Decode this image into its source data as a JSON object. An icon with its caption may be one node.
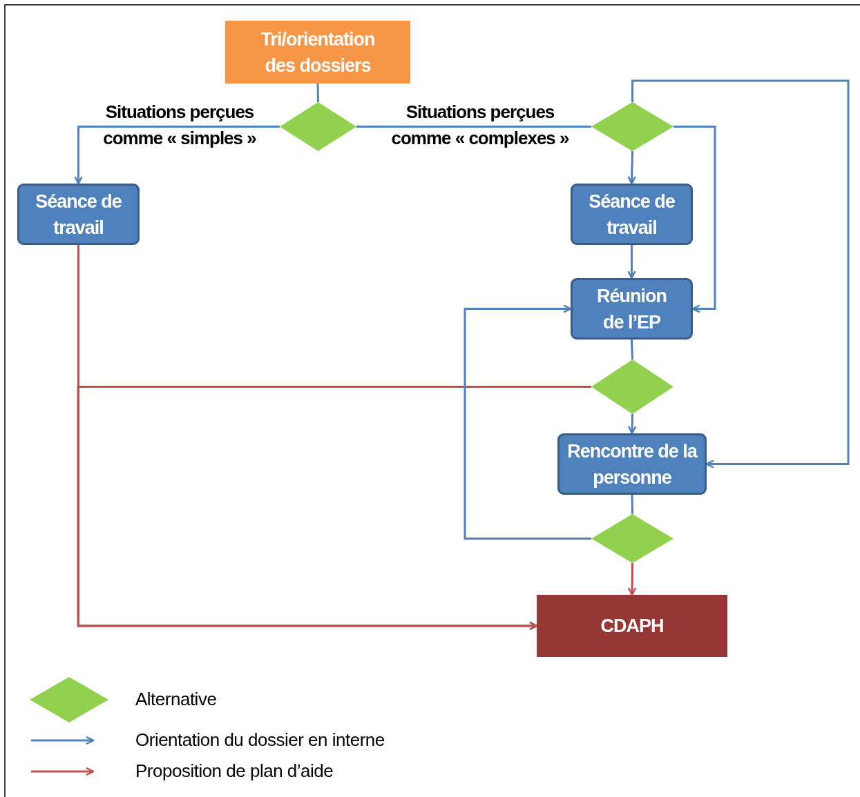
{
  "diagram": {
    "nodes": [
      {
        "text": [
          "Tri/orientation des dossiers"
        ]
      },
      {
        "text": [],
        "shape": "diamond"
      },
      {
        "text": [
          "Séance de travail"
        ]
      },
      {
        "text": [],
        "shape": "diamond"
      },
      {
        "text": [
          "Séance de travail"
        ]
      },
      {
        "text": [
          "Réunion de l’EP"
        ]
      },
      {
        "text": [],
        "shape": "diamond"
      },
      {
        "text": [
          "Rencontre de la personne"
        ]
      },
      {
        "text": [],
        "shape": "diamond"
      },
      {
        "text": [
          "CDAPH"
        ]
      }
    ],
    "edges": [
      {
        "from": 0,
        "to": 1,
        "arrow": "none"
      },
      {
        "from": 1,
        "to": 2,
        "arrow": "to",
        "label": "Situations perçues comme « simples »"
      },
      {
        "from": 1,
        "to": 3,
        "arrow": "none",
        "label": "Situations perçues comme « complexes »"
      },
      {
        "from": 3,
        "to": 4,
        "arrow": "to"
      },
      {
        "from": 3,
        "to": 5,
        "arrow": "to"
      },
      {
        "from": 3,
        "to": 7,
        "arrow": "to"
      },
      {
        "from": 4,
        "to": 5,
        "arrow": "to"
      },
      {
        "from": 5,
        "to": 6,
        "arrow": "none"
      },
      {
        "from": 6,
        "to": 7,
        "arrow": "to"
      },
      {
        "from": 6,
        "to": 9,
        "arrow": "to",
        "color": "#c0504d"
      },
      {
        "from": 2,
        "to": 9,
        "arrow": "to",
        "color": "#c0504d"
      },
      {
        "from": 7,
        "to": 8,
        "arrow": "none"
      },
      {
        "from": 8,
        "to": 5,
        "arrow": "to"
      },
      {
        "from": 8,
        "to": 9,
        "arrow": "to",
        "color": "#c0504d"
      }
    ],
    "legend": [
      {
        "text": "Alternative"
      },
      {
        "text": "Orientation du dossier en interne"
      },
      {
        "text": "Proposition de plan d’aide"
      }
    ]
  }
}
